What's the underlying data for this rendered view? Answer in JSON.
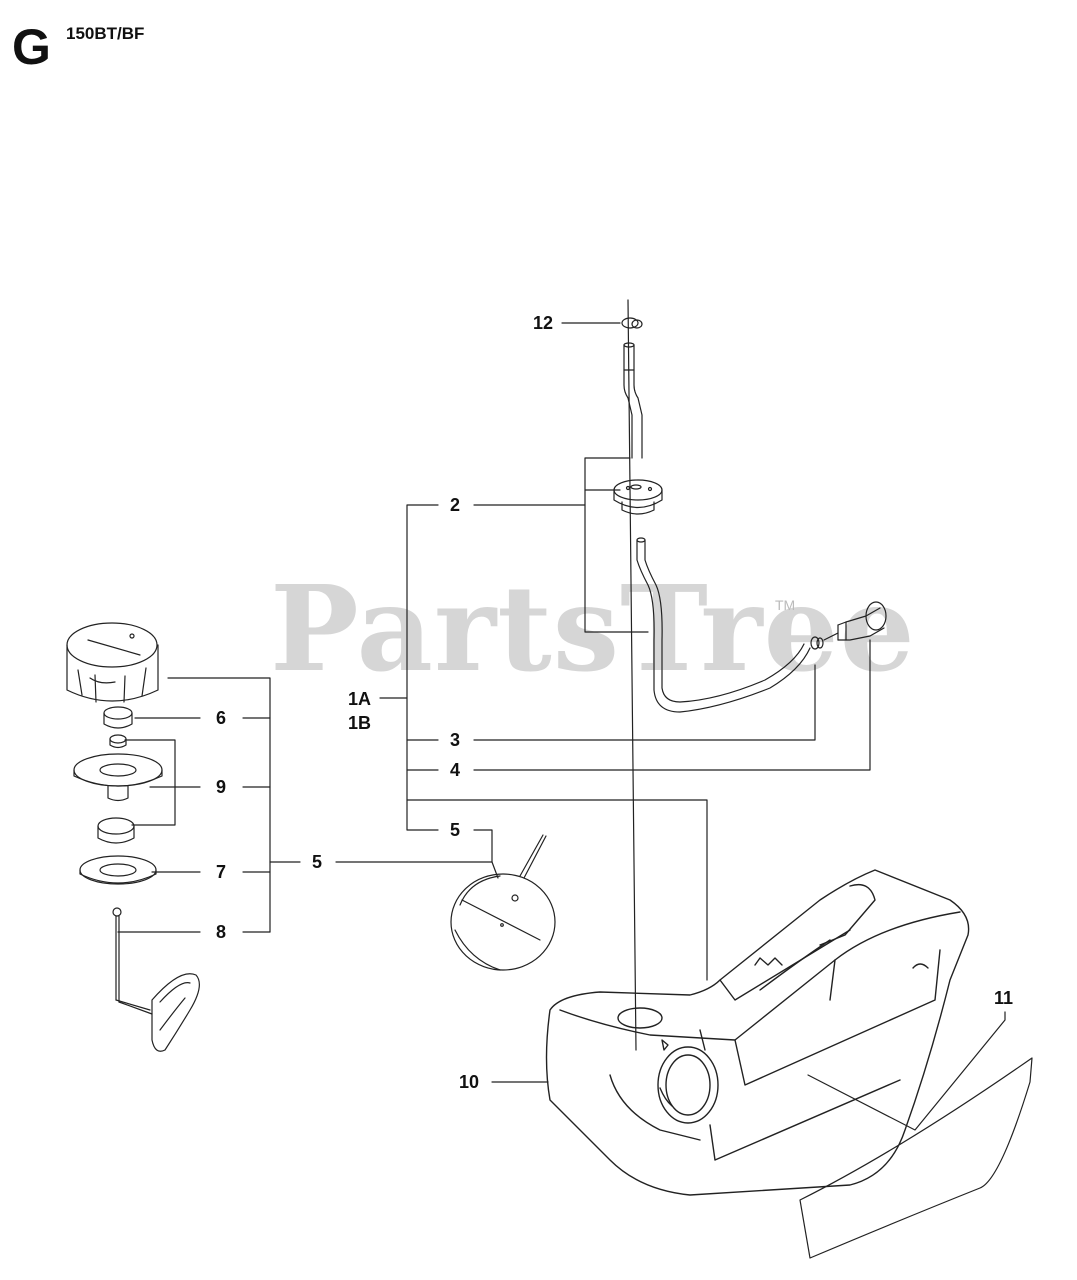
{
  "header": {
    "section_letter": "G",
    "model_code": "150BT/BF"
  },
  "watermark": {
    "brand": "PartsTree",
    "trademark": "TM"
  },
  "callouts": {
    "c12": "12",
    "c2": "2",
    "c1a": "1A",
    "c1b": "1B",
    "c3": "3",
    "c4": "4",
    "c5_upper": "5",
    "c5_left": "5",
    "c6": "6",
    "c9": "9",
    "c7": "7",
    "c8": "8",
    "c10": "10",
    "c11": "11"
  },
  "colors": {
    "line": "#222222",
    "watermark": "#cfcfcf"
  }
}
